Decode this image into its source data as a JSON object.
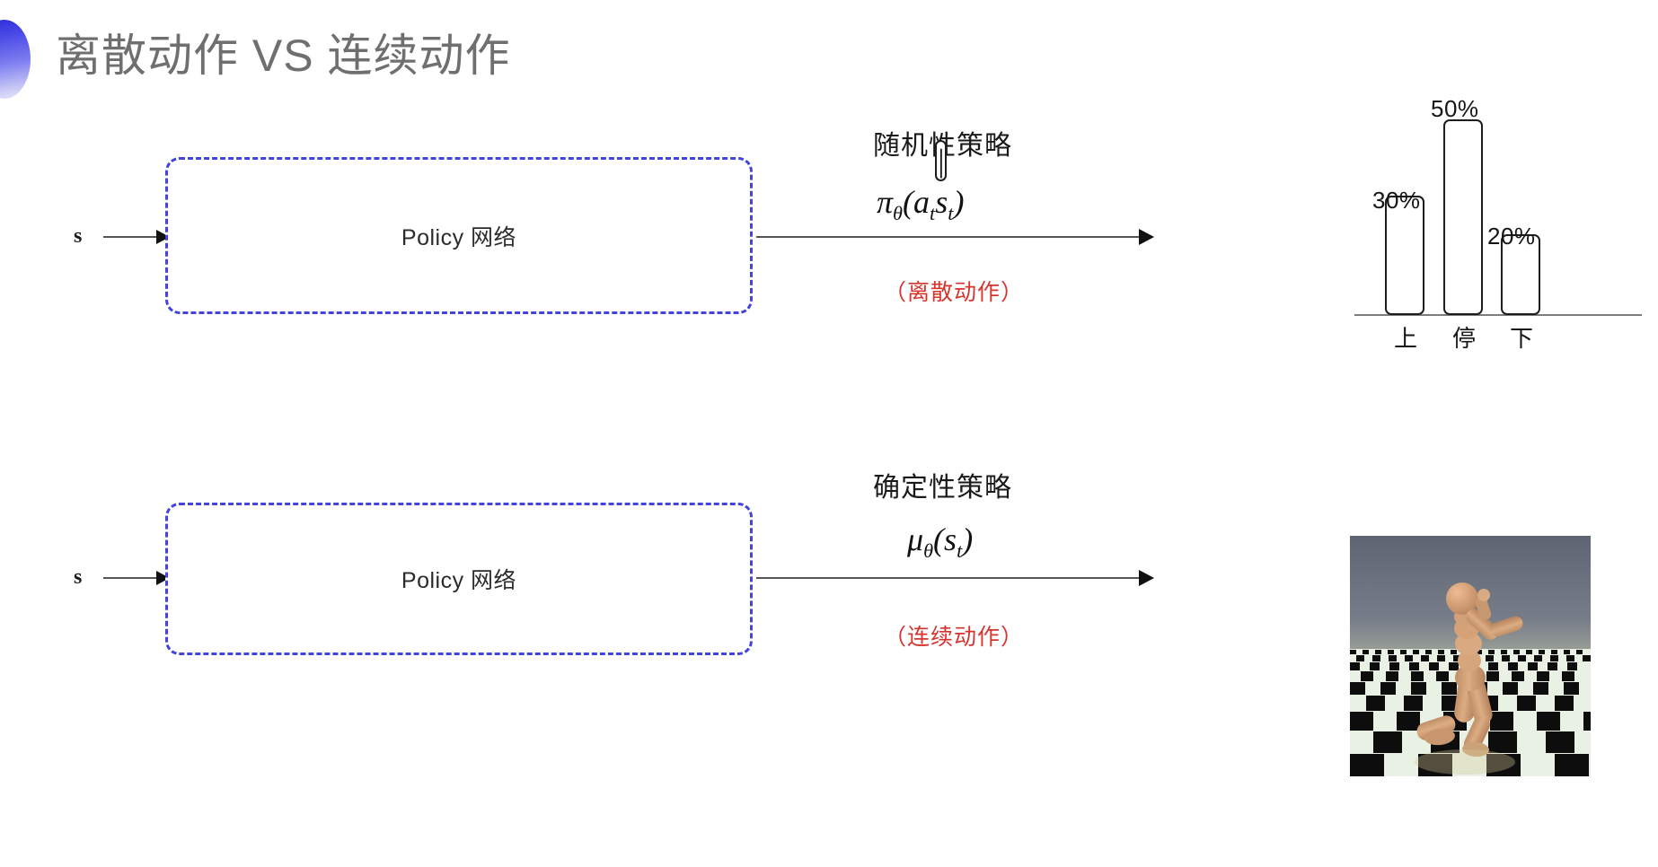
{
  "slide": {
    "title": "离散动作 VS 连续动作",
    "bullet_color": "#3b3bdd",
    "background": "#ffffff"
  },
  "rows": [
    {
      "id": "discrete",
      "state_label": "s",
      "policy_box_label": "Policy 网络",
      "box_border_color": "#4343dd",
      "annotation_title": "随机性策略",
      "formula": {
        "base": "π",
        "subscript": "θ",
        "args": "(a_t|s_t)",
        "plain": "π_θ(a_t|s_t)"
      },
      "note": "（离散动作）",
      "note_color": "#d8342d",
      "output_kind": "bar-chart"
    },
    {
      "id": "continuous",
      "state_label": "s",
      "policy_box_label": "Policy 网络",
      "box_border_color": "#4343dd",
      "annotation_title": "确定性策略",
      "formula": {
        "base": "μ",
        "subscript": "θ",
        "args": "(s_t)",
        "plain": "μ_θ(s_t)"
      },
      "note": "（连续动作）",
      "note_color": "#d8342d",
      "output_kind": "humanoid-image"
    }
  ],
  "chart_data": {
    "type": "bar",
    "title": "",
    "categories": [
      "上",
      "停",
      "下"
    ],
    "values": [
      30,
      50,
      20
    ],
    "value_labels": [
      "30%",
      "50%",
      "20%"
    ],
    "xlabel": "",
    "ylabel": "",
    "ylim": [
      0,
      60
    ],
    "grid": false,
    "legend": "none",
    "bar_fill": "#ffffff",
    "bar_stroke": "#1d1d1d",
    "axis_color": "#7d7d7d"
  },
  "humanoid": {
    "caption": "",
    "sky_color": "#6e7480",
    "ground_light": "#e8f0e4",
    "ground_dark": "#101010",
    "body_color": "#d2a079"
  }
}
